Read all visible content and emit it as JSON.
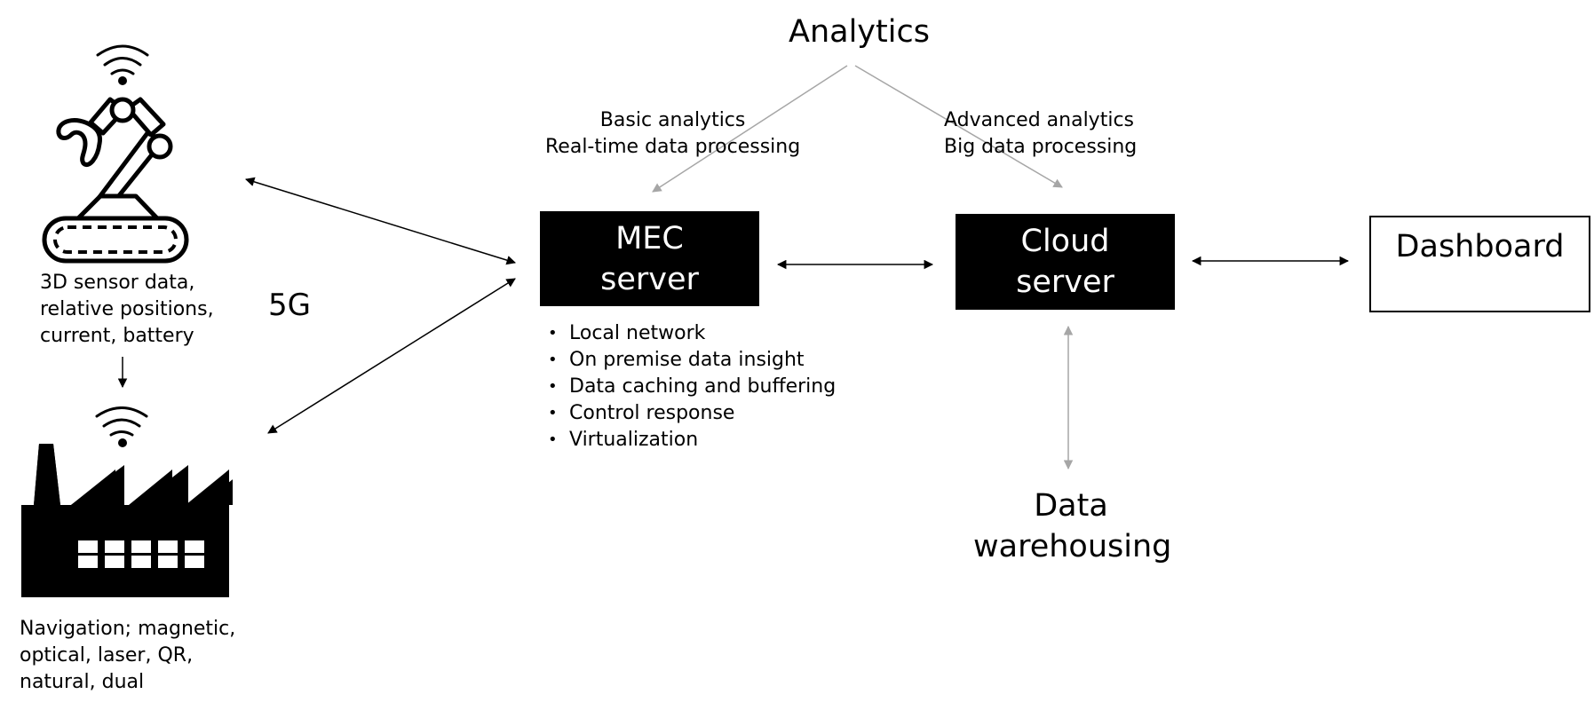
{
  "diagram": {
    "title": "Analytics",
    "analytics_branches": {
      "left": [
        "Basic analytics",
        "Real-time data processing"
      ],
      "right": [
        "Advanced analytics",
        "Big data processing"
      ]
    },
    "devices": {
      "robot": {
        "icon": "robot-arm-icon",
        "caption": [
          "3D sensor data,",
          "relative positions,",
          "current, battery"
        ]
      },
      "factory": {
        "icon": "factory-icon",
        "caption": [
          "Navigation; magnetic,",
          "optical, laser, QR,",
          "natural, dual"
        ]
      }
    },
    "link_label": "5G",
    "nodes": {
      "mec": {
        "lines": [
          "MEC",
          "server"
        ]
      },
      "cloud": {
        "lines": [
          "Cloud",
          "server"
        ]
      },
      "dashboard": {
        "label": "Dashboard"
      },
      "warehouse": {
        "lines": [
          "Data",
          "warehousing"
        ]
      }
    },
    "mec_features": [
      "Local network",
      "On premise data insight",
      "Data caching and buffering",
      "Control response",
      "Virtualization"
    ],
    "colors": {
      "primary": "#000000",
      "secondary_arrow": "#a6a6a6",
      "background": "#ffffff",
      "node_text": "#ffffff"
    }
  }
}
